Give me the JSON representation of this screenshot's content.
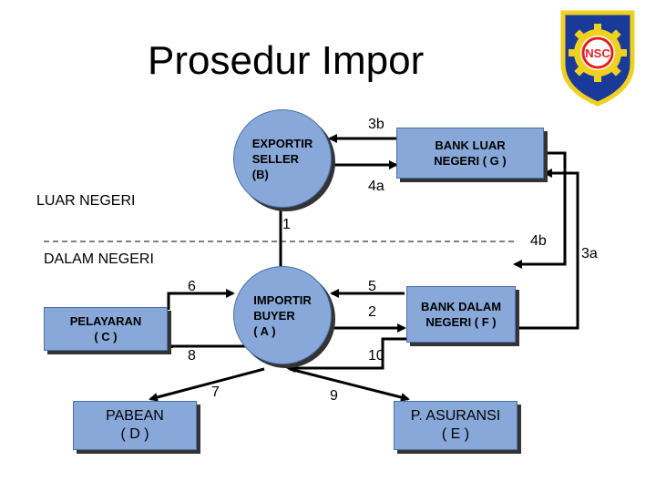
{
  "title": "Prosedur Impor",
  "regions": {
    "foreign": "LUAR NEGERI",
    "domestic": "DALAM NEGERI"
  },
  "nodes": {
    "exporter": "EXPORTIR\nSELLER\n(B)",
    "bank_foreign": "BANK LUAR\nNEGERI ( G )",
    "importer": "IMPORTIR\nBUYER\n( A )",
    "shipping": "PELAYARAN\n( C )",
    "bank_domestic": "BANK DALAM\nNEGERI ( F )",
    "customs": "PABEAN\n( D )",
    "insurance": "P. ASURANSI\n( E )"
  },
  "steps": {
    "s1": "1",
    "s2": "2",
    "s3a": "3a",
    "s3b": "3b",
    "s4a": "4a",
    "s4b": "4b",
    "s5": "5",
    "s6": "6",
    "s7": "7",
    "s8": "8",
    "s9": "9",
    "s10": "10"
  },
  "logo": {
    "text": "NSC",
    "colors": {
      "shield": "#1a3a9a",
      "border": "#f0d020",
      "gear": "#f0d020",
      "inner": "#e02020"
    }
  },
  "colors": {
    "node_fill": "#87a8d8",
    "shadow": "#333333"
  }
}
